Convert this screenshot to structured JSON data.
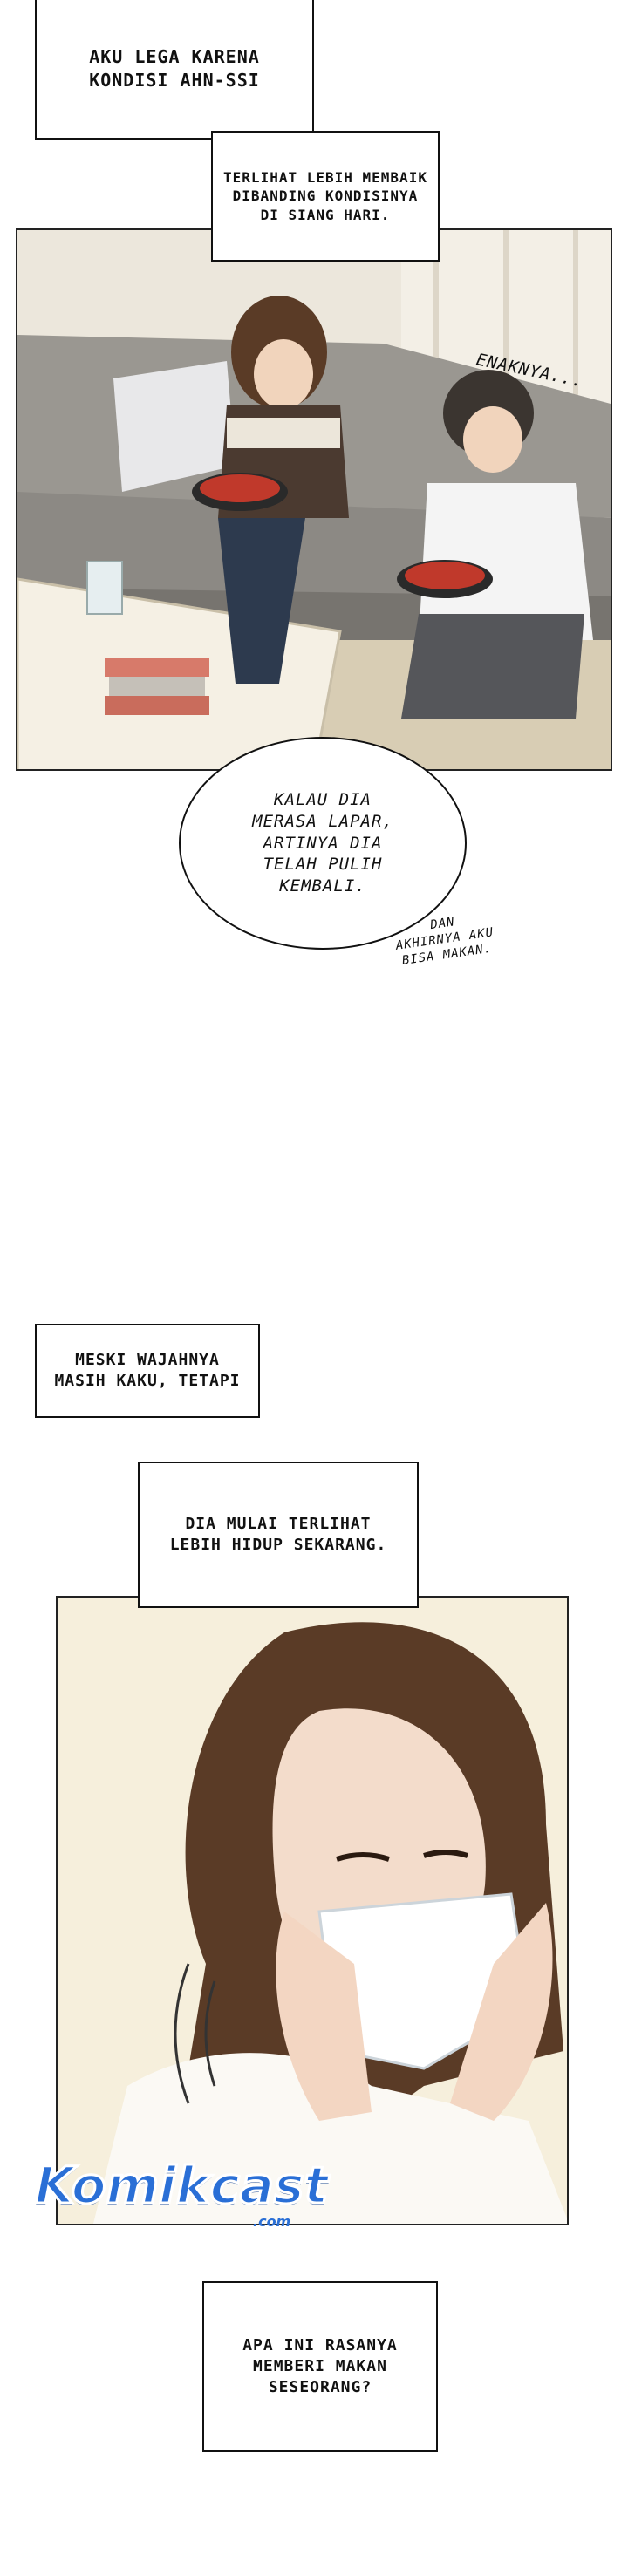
{
  "caption_1": "AKU LEGA KARENA\nKONDISI AHN-SSI",
  "caption_2": "TERLIHAT LEBIH MEMBAIK\nDIBANDING KONDISINYA\nDI SIANG HARI.",
  "sfx_enaknya": "ENAKNYA...",
  "bubble_1": "KALAU DIA\nMERASA LAPAR,\nARTINYA DIA\nTELAH PULIH\nKEMBALI.",
  "whisper_1": "DAN\nAKHIRNYA AKU\nBISA MAKAN.",
  "caption_3": "MESKI WAJAHNYA\nMASIH KAKU, TETAPI",
  "caption_4": "DIA MULAI TERLIHAT\nLEBIH HIDUP SEKARANG.",
  "watermark": {
    "main": "Komikcast",
    "sub": ".com"
  },
  "caption_5": "APA INI RASANYA\nMEMBERI MAKAN\nSESEORANG?",
  "colors": {
    "panel1_wall": "#e9e4d8",
    "sofa": "#8a8782",
    "panel2_bg": "#f6efdc",
    "hair": "#5a3b26",
    "logo_blue": "#2a6fd6"
  }
}
